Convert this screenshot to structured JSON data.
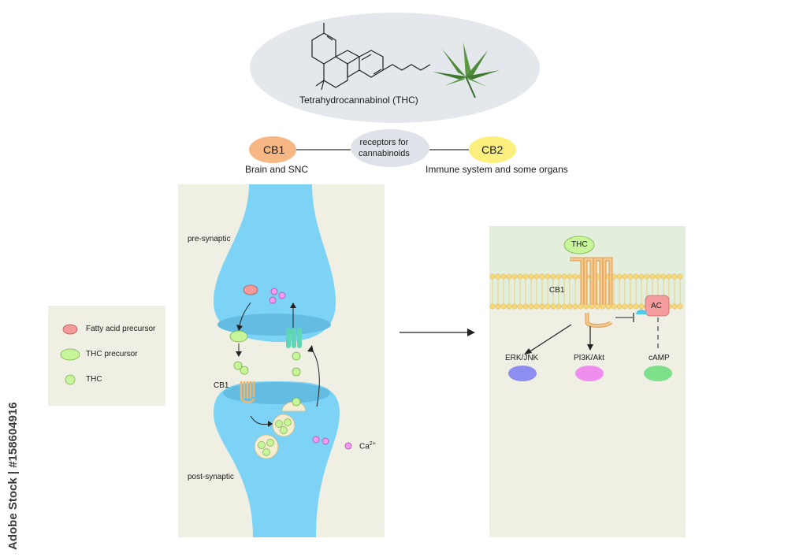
{
  "compound": {
    "name": "Tetrahydrocannabinol (THC)"
  },
  "receptors": {
    "hub": "receptors for\ncannabinoids",
    "cb1": {
      "label": "CB1",
      "location": "Brain and SNC",
      "color": "#f6b784"
    },
    "cb2": {
      "label": "CB2",
      "location": "Immune system and some organs",
      "color": "#fbef7e"
    }
  },
  "legend": {
    "items": [
      {
        "label": "Fatty acid precursor",
        "icon": "fatty-acid-precursor-icon"
      },
      {
        "label": "THC precursor",
        "icon": "thc-precursor-icon"
      },
      {
        "label": "THC",
        "icon": "thc-icon"
      }
    ]
  },
  "synapse": {
    "pre_label": "pre-synaptic",
    "post_label": "post-synaptic",
    "cb1_label": "CB1",
    "ion_base": "Ca",
    "ion_sup": "2+"
  },
  "signaling": {
    "thc_label": "THC",
    "cb1_label": "CB1",
    "ac_label": "AC",
    "pathways": [
      {
        "label": "ERK/JNK",
        "color": "#8e8ef0"
      },
      {
        "label": "PI3K/Akt",
        "color": "#f08ef0"
      },
      {
        "label": "cAMP",
        "color": "#7ee08a"
      }
    ]
  },
  "watermark": {
    "text": "Adobe Stock | #158604916"
  },
  "colors": {
    "panel": "#f0efe3",
    "synapse": "#7dd3f5",
    "receptor": "#f2b36b",
    "thc": "#c7f59a"
  }
}
